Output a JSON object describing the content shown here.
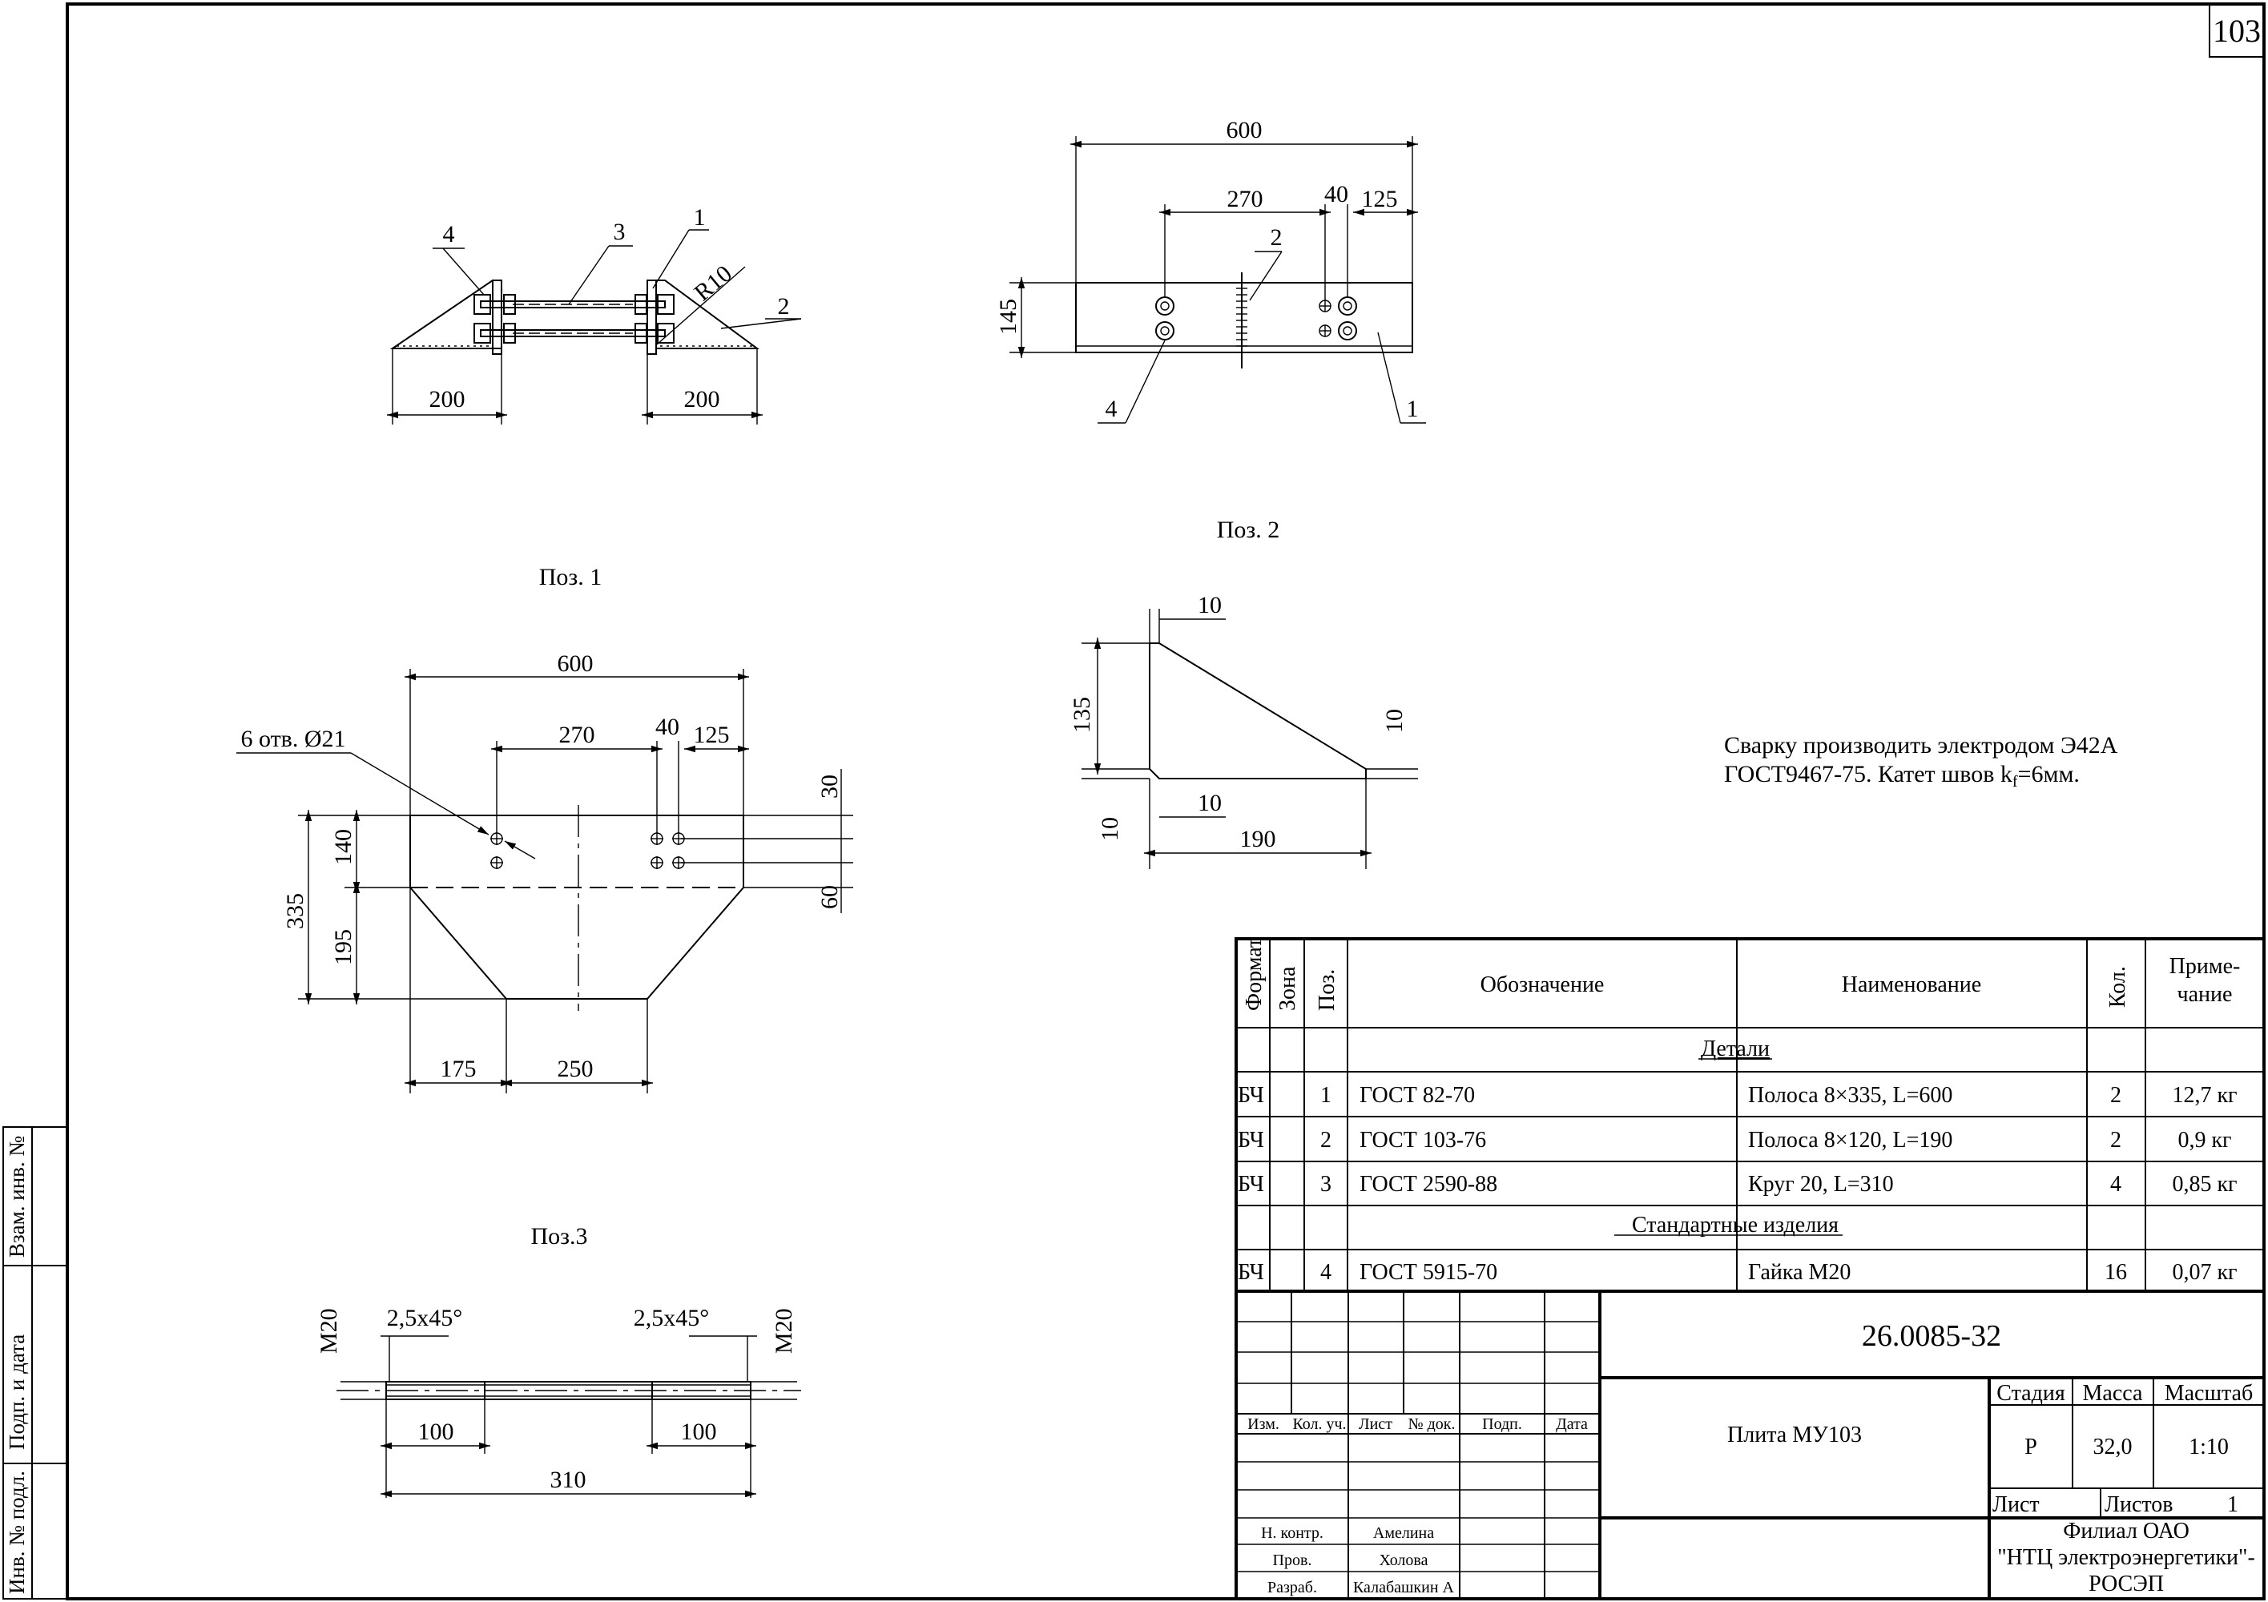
{
  "sheet_number": "103",
  "side_stamps": {
    "vzam": "Взам. инв. №",
    "podp_data": "Подп. и дата",
    "inv_podl": "Инв. № подл."
  },
  "views": {
    "poz1": {
      "caption": "Поз. 1",
      "leaders": [
        "4",
        "3",
        "1",
        "2"
      ],
      "radius": "R10",
      "dims": [
        "200",
        "200"
      ]
    },
    "poz2": {
      "caption": "Поз. 2",
      "dims": [
        "600",
        "270",
        "40",
        "125",
        "145"
      ],
      "leaders": [
        "2",
        "4",
        "1"
      ]
    },
    "poz2_gusset": {
      "dims": [
        "10",
        "135",
        "10",
        "10",
        "10",
        "190"
      ]
    },
    "poz3": {
      "caption": "Поз.3",
      "holes_note": "6 отв. Ø21",
      "dims": [
        "600",
        "270",
        "40",
        "125",
        "30",
        "140",
        "335",
        "195",
        "60",
        "175",
        "250"
      ]
    },
    "rod": {
      "chamfer_left": "2,5x45°",
      "chamfer_right": "2,5x45°",
      "thread_left": "М20",
      "thread_right": "М20",
      "dims": [
        "100",
        "100",
        "310"
      ]
    }
  },
  "note": {
    "line1": "Сварку производить электродом Э42А",
    "line2_pre": "ГОСТ9467-75. Катет швов k",
    "line2_sub": "f",
    "line2_post": "=6мм."
  },
  "spec_table": {
    "headers": {
      "format": "Формат",
      "zona": "Зона",
      "poz": "Поз.",
      "oboznachenie": "Обозначение",
      "naimenovanie": "Наименование",
      "kol": "Кол.",
      "primechanie_1": "Приме-",
      "primechanie_2": "чание"
    },
    "section_details": "Детали",
    "section_standard": "Стандартные изделия",
    "rows": [
      {
        "format": "БЧ",
        "poz": "1",
        "oboz": "ГОСТ 82-70",
        "naim": "Полоса 8×335, L=600",
        "kol": "2",
        "prim": "12,7 кг"
      },
      {
        "format": "БЧ",
        "poz": "2",
        "oboz": "ГОСТ 103-76",
        "naim": "Полоса 8×120, L=190",
        "kol": "2",
        "prim": "0,9 кг"
      },
      {
        "format": "БЧ",
        "poz": "3",
        "oboz": "ГОСТ 2590-88",
        "naim": "Круг 20, L=310",
        "kol": "4",
        "prim": "0,85 кг"
      }
    ],
    "standard_rows": [
      {
        "format": "БЧ",
        "poz": "4",
        "oboz": "ГОСТ 5915-70",
        "naim": "Гайка М20",
        "kol": "16",
        "prim": "0,07 кг"
      }
    ]
  },
  "title_block": {
    "designation": "26.0085-32",
    "name": "Плита МУ103",
    "stage_label": "Стадия",
    "mass_label": "Масса",
    "scale_label": "Масштаб",
    "stage": "Р",
    "mass": "32,0",
    "scale": "1:10",
    "sheet_label": "Лист",
    "sheets_label": "Листов",
    "sheets": "1",
    "org_line1": "Филиал ОАО",
    "org_line2": "\"НТЦ электроэнергетики\"-",
    "org_line3": "РОСЭП",
    "col_izm": "Изм.",
    "col_kol_uch": "Кол. уч.",
    "col_list": "Лист",
    "col_n_dok": "№ док.",
    "col_podp": "Подп.",
    "col_data": "Дата",
    "role_n_kontr": "Н. контр.",
    "role_prov": "Пров.",
    "role_razrab": "Разраб.",
    "person_n_kontr": "Амелина",
    "person_prov": "Холова",
    "person_razrab": "Калабашкин А"
  }
}
